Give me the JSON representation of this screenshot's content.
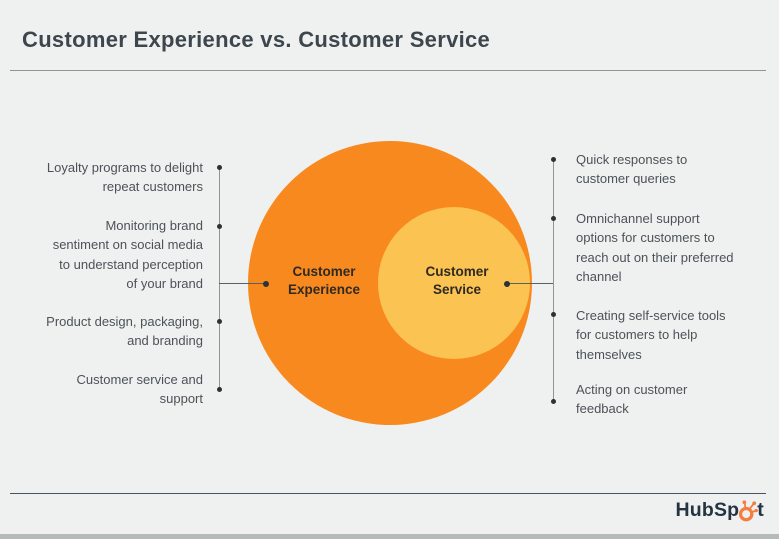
{
  "title": "Customer Experience vs. Customer Service",
  "colors": {
    "background": "#eff1f0",
    "outer_circle": "#f8891e",
    "inner_circle": "#fbc351",
    "title_text": "#3e464d",
    "body_text": "#4c5257",
    "logo_text": "#253443",
    "logo_sprocket": "#f47d41"
  },
  "diagram": {
    "outer_circle": {
      "label_lines": [
        "Customer",
        "Experience"
      ]
    },
    "inner_circle": {
      "label_lines": [
        "Customer",
        "Service"
      ]
    },
    "left_items": [
      {
        "lines": [
          "Loyalty programs to delight",
          "repeat customers"
        ]
      },
      {
        "lines": [
          "Monitoring brand",
          "sentiment on social media",
          "to understand perception",
          "of your brand"
        ]
      },
      {
        "lines": [
          "Product design, packaging,",
          "and branding"
        ]
      },
      {
        "lines": [
          "Customer service and",
          "support"
        ]
      }
    ],
    "right_items": [
      {
        "lines": [
          "Quick responses to",
          "customer queries"
        ]
      },
      {
        "lines": [
          "Omnichannel support",
          "options for customers to",
          "reach out on their preferred",
          "channel"
        ]
      },
      {
        "lines": [
          "Creating self-service tools",
          "for customers to help",
          "themselves"
        ]
      },
      {
        "lines": [
          "Acting on customer",
          "feedback"
        ]
      }
    ]
  },
  "footer": {
    "brand": "HubSpot",
    "logo_prefix": "HubSp",
    "logo_suffix": "t"
  }
}
